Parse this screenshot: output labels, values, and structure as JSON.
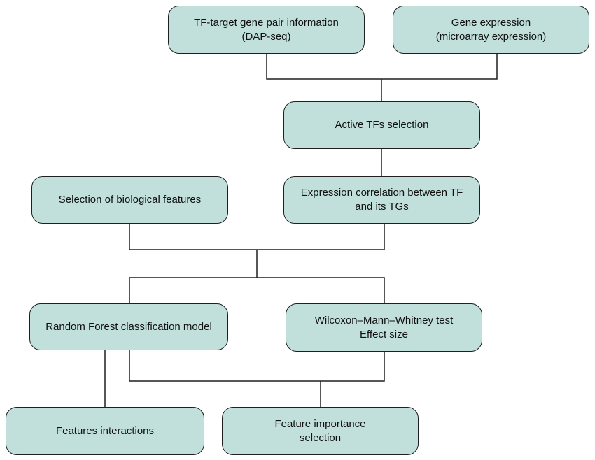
{
  "nodes": {
    "tf_target": {
      "line1": "TF-target gene pair information",
      "line2": "(DAP-seq)"
    },
    "gene_expression": {
      "line1": "Gene expression",
      "line2": "(microarray expression)"
    },
    "active_tfs": {
      "line1": "Active TFs selection"
    },
    "bio_features": {
      "line1": "Selection of biological features"
    },
    "expr_corr": {
      "line1": "Expression correlation between TF",
      "line2": "and its TGs"
    },
    "random_forest": {
      "line1": "Random Forest classification model"
    },
    "wilcoxon": {
      "line1": "Wilcoxon–Mann–Whitney test",
      "line2": "Effect size"
    },
    "features_interactions": {
      "line1": "Features interactions"
    },
    "feature_importance": {
      "line1": "Feature importance",
      "line2": "selection"
    }
  },
  "colors": {
    "node_fill": "#c1e0dc",
    "node_border": "#1f1f1f",
    "connector": "#1f1f1f"
  }
}
